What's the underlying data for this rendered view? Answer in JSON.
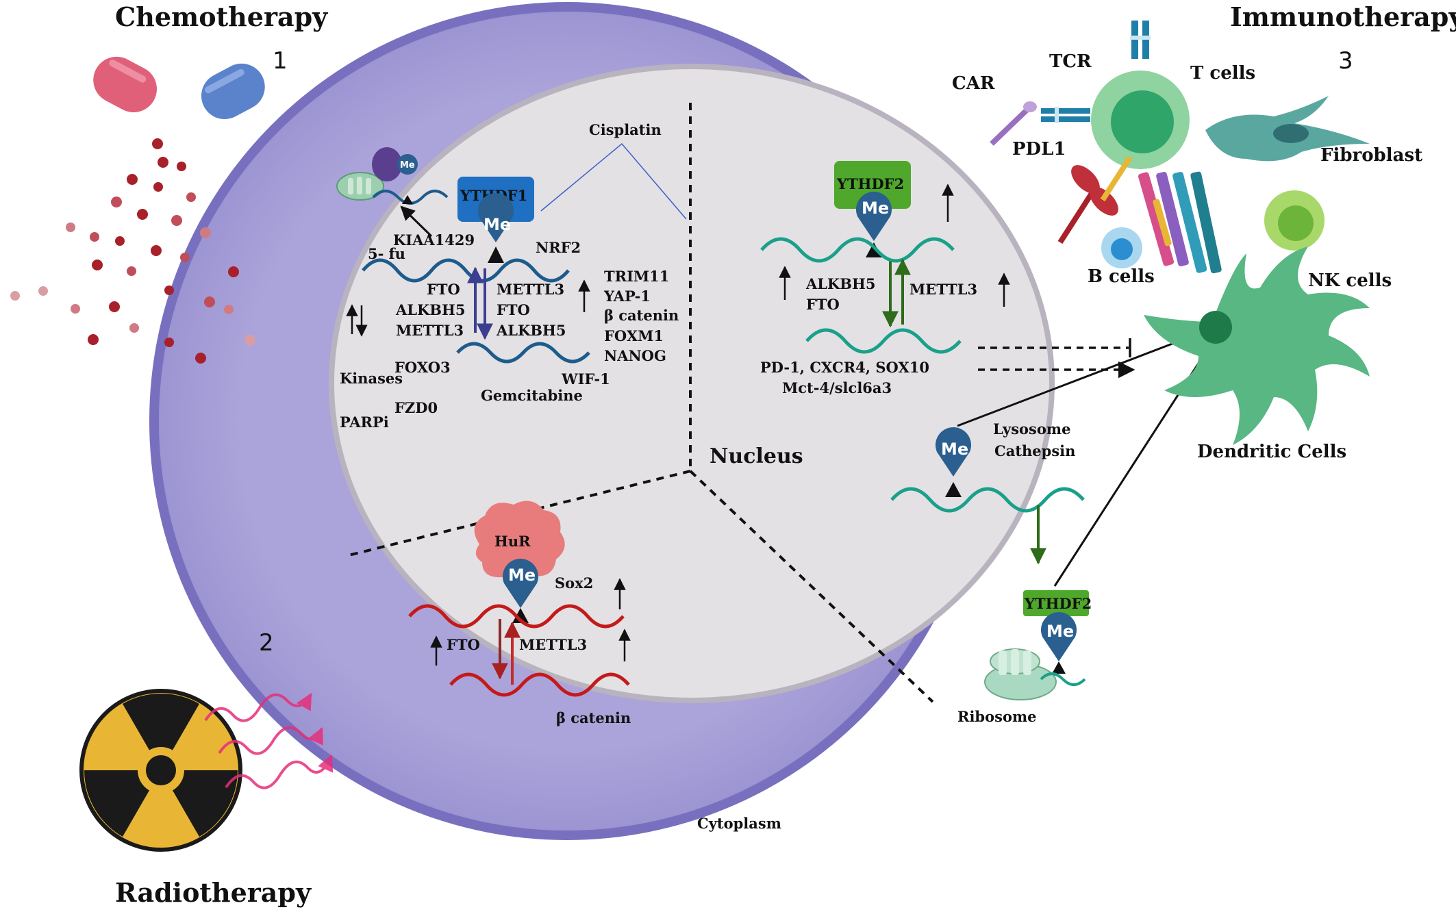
{
  "therapies": {
    "chemo": {
      "title": "Chemotherapy",
      "number": "1"
    },
    "radio": {
      "title": "Radiotherapy",
      "number": "2"
    },
    "immuno": {
      "title": "Immunotherapy",
      "number": "3"
    }
  },
  "cell": {
    "nucleus": "Nucleus",
    "cytoplasm": "Cytoplasm"
  },
  "chemo_panel": {
    "reader": "YTHDF1",
    "me": "Me",
    "cisplatin": "Cisplatin",
    "kiaa": "KIAA1429",
    "fu": "5- fu",
    "nrf2": "NRF2",
    "left_enzymes": [
      "FTO",
      "ALKBH5",
      "METTL3"
    ],
    "right_enzymes": [
      "METTL3",
      "FTO",
      "ALKBH5"
    ],
    "targets": [
      "TRIM11",
      "YAP-1",
      "β catenin",
      "FOXM1",
      "NANOG"
    ],
    "kinases": "Kinases",
    "foxo3": "FOXO3",
    "wif": "WIF-1",
    "gemcitabine": "Gemcitabine",
    "fzd": "FZD0",
    "parpi": "PARPi"
  },
  "radio_panel": {
    "hur": "HuR",
    "me": "Me",
    "sox2": "Sox2",
    "fto": "FTO",
    "mettl3": "METTL3",
    "catenin": "β catenin"
  },
  "immuno_panel": {
    "reader": "YTHDF2",
    "me": "Me",
    "alkbh5": "ALKBH5",
    "fto": "FTO",
    "mettl3": "METTL3",
    "targets_1": "PD-1, CXCR4, SOX10",
    "targets_2": "Mct-4/slcl6a3",
    "lysosome": "Lysosome",
    "cathepsin": "Cathepsin",
    "reader2": "YTHDF2",
    "ribosome": "Ribosome"
  },
  "immune_cells": {
    "car": "CAR",
    "tcr": "TCR",
    "t_cells": "T cells",
    "pdl1": "PDL1",
    "fibroblast": "Fibroblast",
    "b_cells": "B cells",
    "nk_cells": "NK cells",
    "dendritic": "Dendritic Cells"
  },
  "colors": {
    "cell_membrane": "#7b70c0",
    "cytoplasm": "#a9a2d8",
    "nucleus": "#e3e1e4",
    "ythdf1": "#1f6fc3",
    "ythdf2": "#4fa82b",
    "hur": "#e87c7c",
    "me_badge": "#2a5f8f",
    "rna_chemo": "#1d5b8c",
    "rna_immuno": "#1aa08a",
    "rna_radio": "#c41a1a",
    "t_cell": "#8fd3a0",
    "dendritic": "#58b782"
  }
}
